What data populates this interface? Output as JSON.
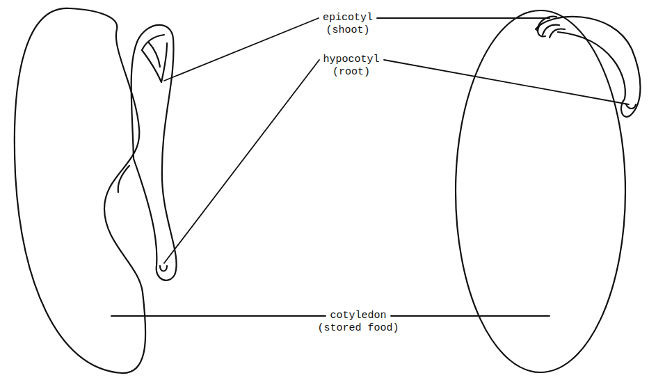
{
  "diagram": {
    "labels": [
      "epicotyl",
      "(shoot)",
      "hypocotyl",
      "(root)",
      "cotyledon",
      "(stored food)"
    ]
  }
}
